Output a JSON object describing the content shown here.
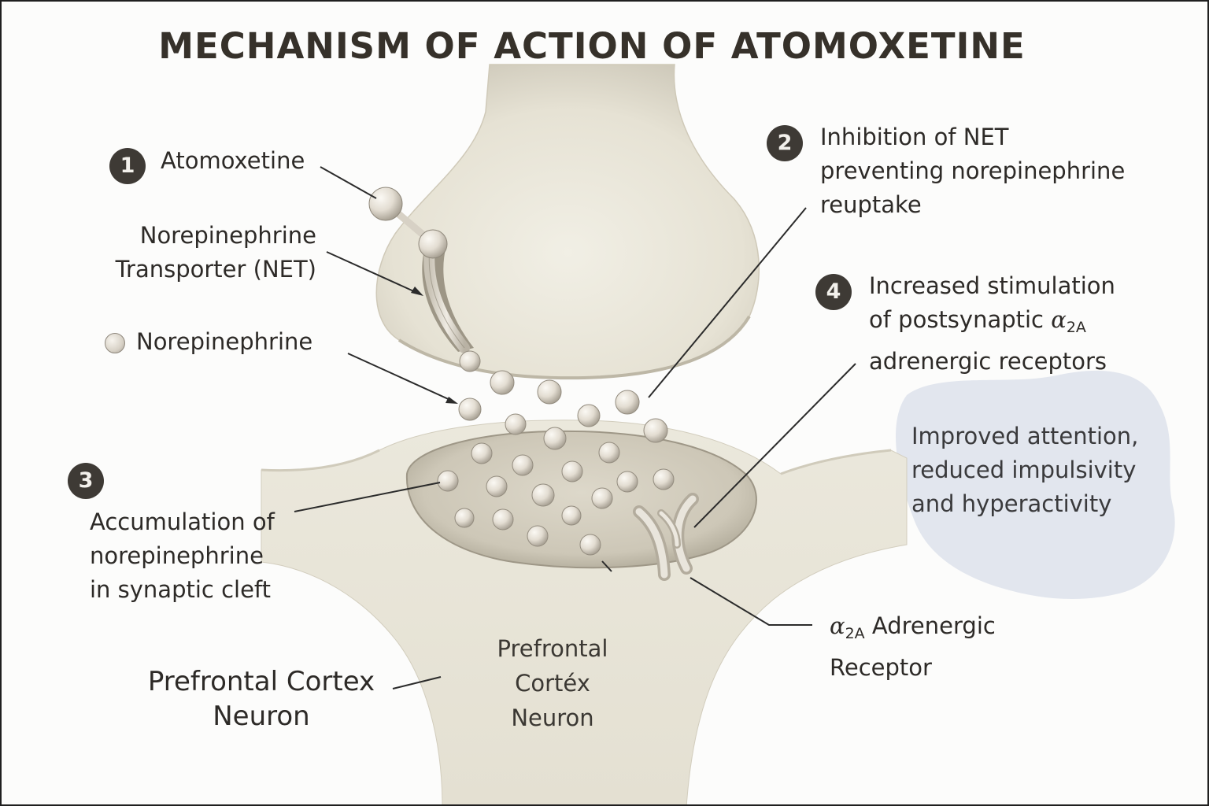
{
  "title": "MECHANISM OF ACTION OF ATOMOXETINE",
  "callouts": {
    "one": {
      "number": "1",
      "label": "Atomoxetine"
    },
    "net": {
      "line1": "Norepinephrine",
      "line2": "Transporter (NET)"
    },
    "norepinephrine_legend": {
      "label": "Norepinephrine"
    },
    "two": {
      "number": "2",
      "line1": "Inhibition of NET",
      "line2": "preventing norepinephrine",
      "line3": "reuptake"
    },
    "three": {
      "number": "3",
      "line1": "Accumulation of",
      "line2": "norepinephrine",
      "line3": "in synaptic cleft"
    },
    "four": {
      "number": "4",
      "line1": "Increased stimulation",
      "line2_prefix": "of postsynaptic ",
      "line2_alpha": "α",
      "line2_sub": "2A",
      "line3": "adrenergic receptors"
    },
    "outcome": {
      "line1": "Improved attention,",
      "line2": "reduced impulsivity",
      "line3": "and hyperactivity"
    },
    "receptor": {
      "alpha": "α",
      "sub": "2A",
      "line1_suffix": " Adrenergic",
      "line2": "Receptor"
    },
    "pfc_left": {
      "line1": "Prefrontal Cortex",
      "line2": "Neuron"
    },
    "pfc_inner": {
      "line1": "Prefrontal",
      "line2": "Cortéx",
      "line3": "Neuron"
    }
  },
  "colors": {
    "neuron_fill": "#e8e5d8",
    "neuron_shadow": "#c9c4b3",
    "cleft_dark": "#cfc9ba",
    "badge": "#3e3a35",
    "outcome_blob": "#e2e6ee",
    "leader_line": "#2b2b2b"
  }
}
